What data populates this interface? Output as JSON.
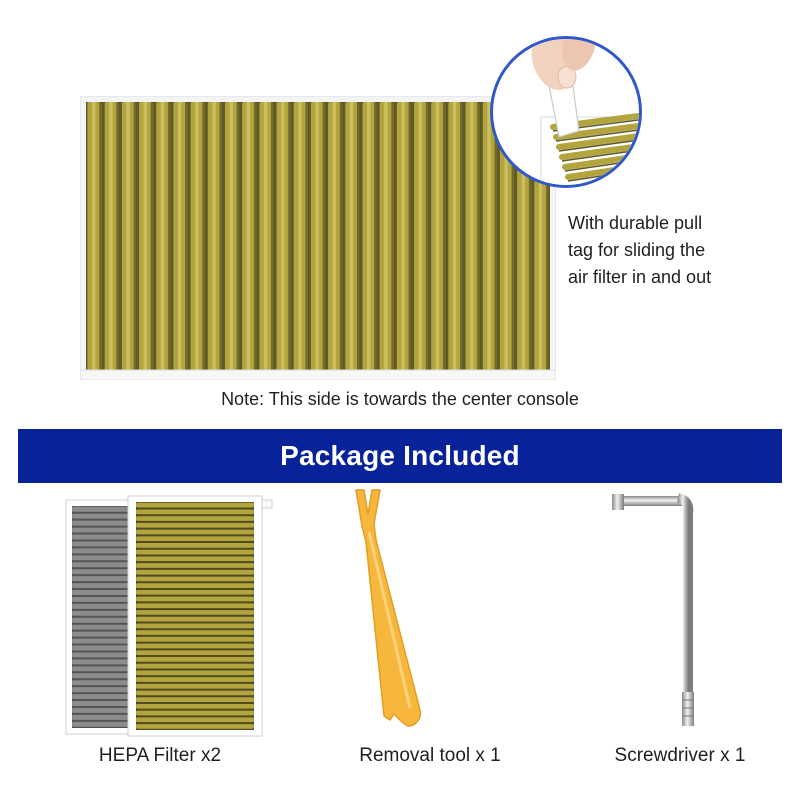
{
  "callout": {
    "caption_lines": [
      "With durable pull",
      "tag for sliding the",
      "air filter in and out"
    ]
  },
  "note": "Note: This side is towards the center console",
  "banner": {
    "title": "Package Included"
  },
  "package": {
    "items": [
      {
        "label": "HEPA Filter x2",
        "icon": "hepa-filter-pair"
      },
      {
        "label": "Removal tool x 1",
        "icon": "removal-tool"
      },
      {
        "label": "Screwdriver x 1",
        "icon": "torx-screwdriver"
      }
    ]
  },
  "colors": {
    "banner_bg": "#08229a",
    "banner_text": "#ffffff",
    "filter_media": "#b3a43e",
    "carbon_media": "#8c8c8c",
    "tool": "#f6b73c",
    "inset_border": "#3158c9"
  }
}
